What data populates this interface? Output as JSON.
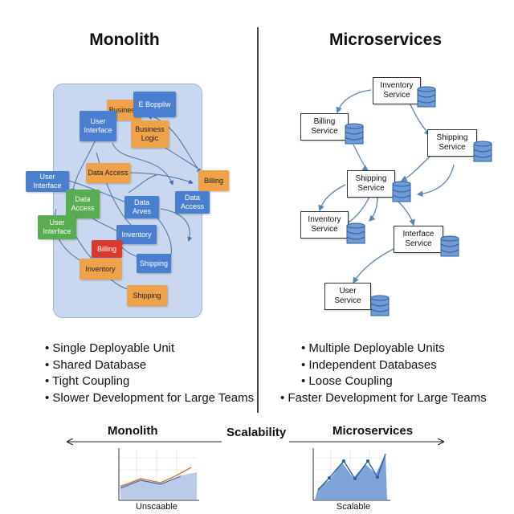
{
  "monolith": {
    "title": "Monolith",
    "modules": [
      "Business",
      "E Boppilw",
      "User Interface",
      "Business Logic",
      "Data Access",
      "User Interface",
      "Billing",
      "Data Access",
      "Data Arves",
      "Data Access",
      "User Interface",
      "Inventory",
      "Billing",
      "Shipping",
      "Inventory",
      "Shipping"
    ],
    "bullets": [
      "Single Deployable Unit",
      "Shared Database",
      "Tight Coupling",
      "Slower Development for Large Teams"
    ]
  },
  "microservices": {
    "title": "Microservices",
    "services": [
      "Inventory Service",
      "Billing Service",
      "Shipping Service",
      "Shipping Service",
      "Inventory Service",
      "Interface Service",
      "User Service"
    ],
    "bullets": [
      "Multiple Deployable Units",
      "Independent Databases",
      "Loose Coupling",
      "Faster Development for Large Teams"
    ]
  },
  "scalability": {
    "left_label": "Monolith",
    "center_label": "Scalability",
    "right_label": "Microservices",
    "left_caption": "Unscaable",
    "right_caption": "Scalable"
  },
  "colors": {
    "module_blue": "#4a7fcf",
    "module_orange": "#f0a24a",
    "module_green": "#57ad4f",
    "module_red": "#d83b2d",
    "container_fill": "#c9d8ee",
    "db_blue": "#6f9bd6",
    "arrow": "#5b86b8"
  }
}
